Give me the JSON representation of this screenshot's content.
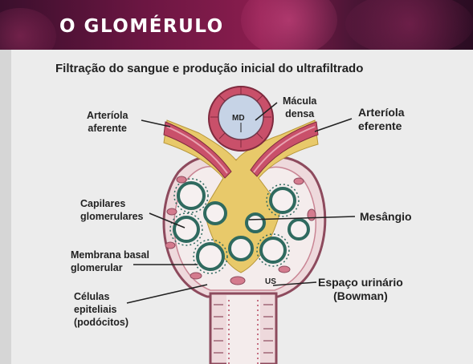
{
  "header": {
    "title": "O GLOMÉRULO"
  },
  "diagram": {
    "subtitle": "Filtração do sangue e produção inicial do ultrafiltrado",
    "labels": {
      "afferent": "Arteríola\naferente",
      "macula": "Mácula\ndensa",
      "md": "MD",
      "efferent": "Arteríola\neferente",
      "capillaries": "Capilares\nglomerulares",
      "mesangium": "Mesângio",
      "basal_membrane": "Membrana basal\nglomerular",
      "urinary_space": "Espaço urinário\n(Bowman)",
      "us": "US",
      "epithelial": "Células\nepiteliais\n(podócitos)"
    }
  },
  "colors": {
    "banner": "#6b1642",
    "background": "#ececec",
    "mesangium": "#e8c96a",
    "capillary_wall": "#2f6a5f",
    "arteriole": "#c9506a",
    "capsule": "#eed9dc"
  }
}
